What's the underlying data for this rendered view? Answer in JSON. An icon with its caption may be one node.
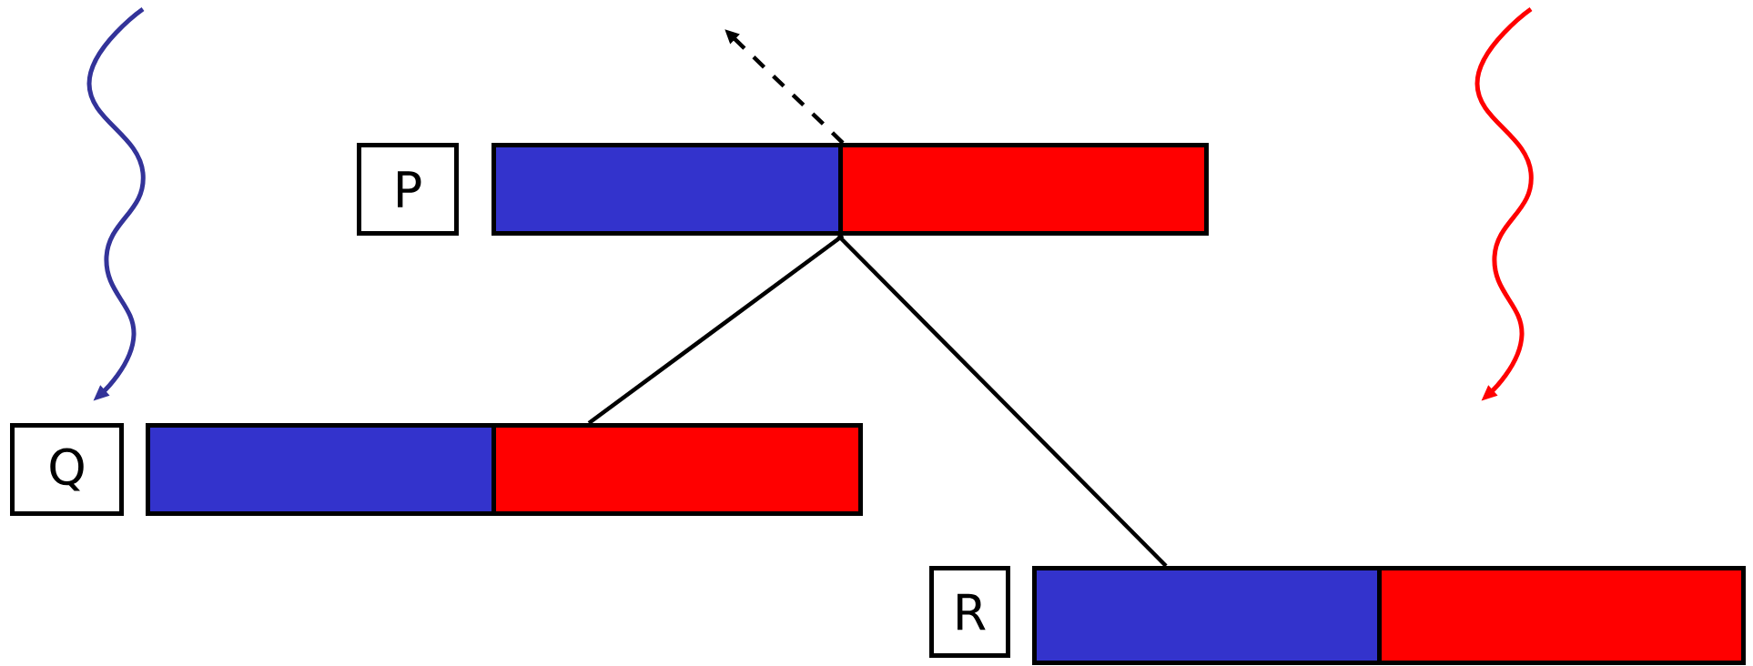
{
  "diagram": {
    "nodes": [
      {
        "text": [
          "P"
        ]
      },
      {
        "text": [],
        "shape": "bar"
      },
      {
        "text": [],
        "shape": "bar"
      },
      {
        "text": [
          "Q"
        ]
      },
      {
        "text": [],
        "shape": "bar"
      },
      {
        "text": [],
        "shape": "bar"
      },
      {
        "text": [
          "R"
        ]
      },
      {
        "text": [],
        "shape": "bar"
      },
      {
        "text": [],
        "shape": "bar"
      }
    ],
    "edges": [
      {
        "from": 1,
        "to": 5,
        "arrow": "none"
      },
      {
        "from": 2,
        "to": 7,
        "arrow": "none"
      },
      {
        "from": 1,
        "to": null,
        "arrow": "to",
        "style": "dashed"
      }
    ]
  }
}
